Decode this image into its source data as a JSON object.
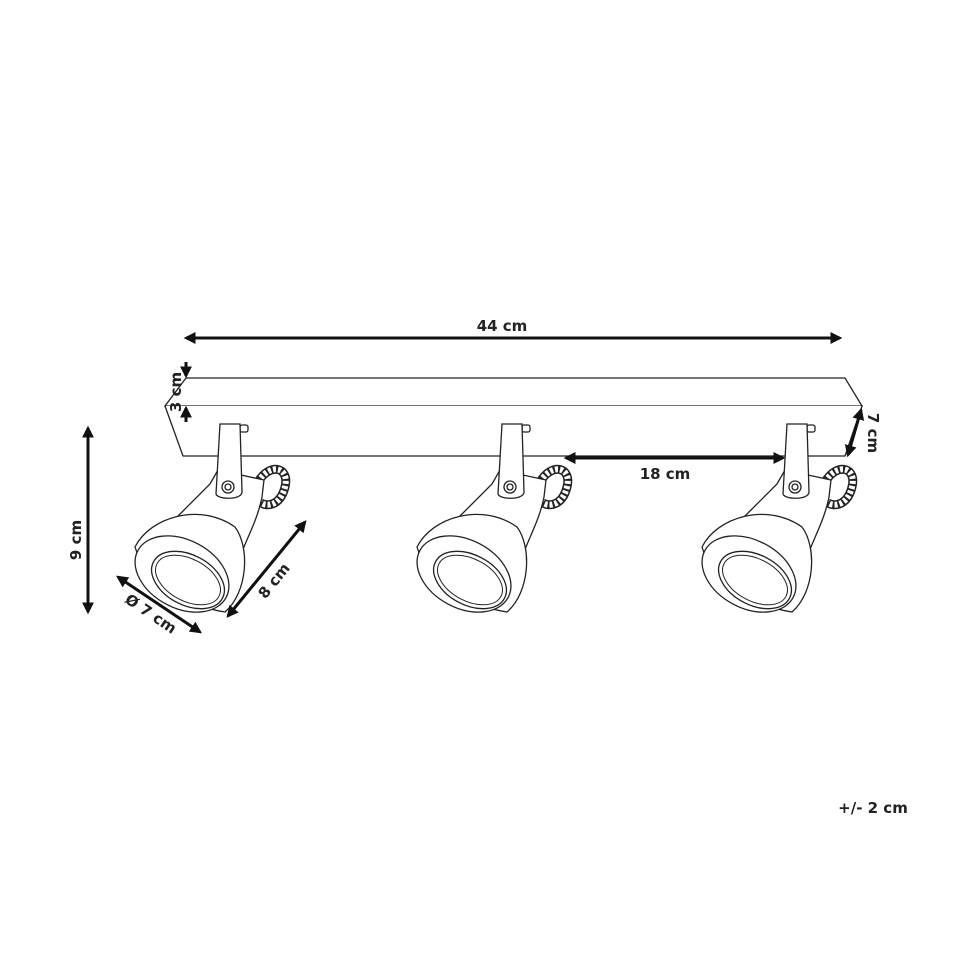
{
  "dimensions": {
    "width": "44 cm",
    "bar_height": "3 cm",
    "total_height": "9 cm",
    "shade_diameter": "Ø 7 cm",
    "shade_length": "8 cm",
    "spacing": "18 cm",
    "depth": "7 cm"
  },
  "tolerance": "+/- 2 cm",
  "colors": {
    "line": "#222222",
    "background": "#ffffff"
  }
}
